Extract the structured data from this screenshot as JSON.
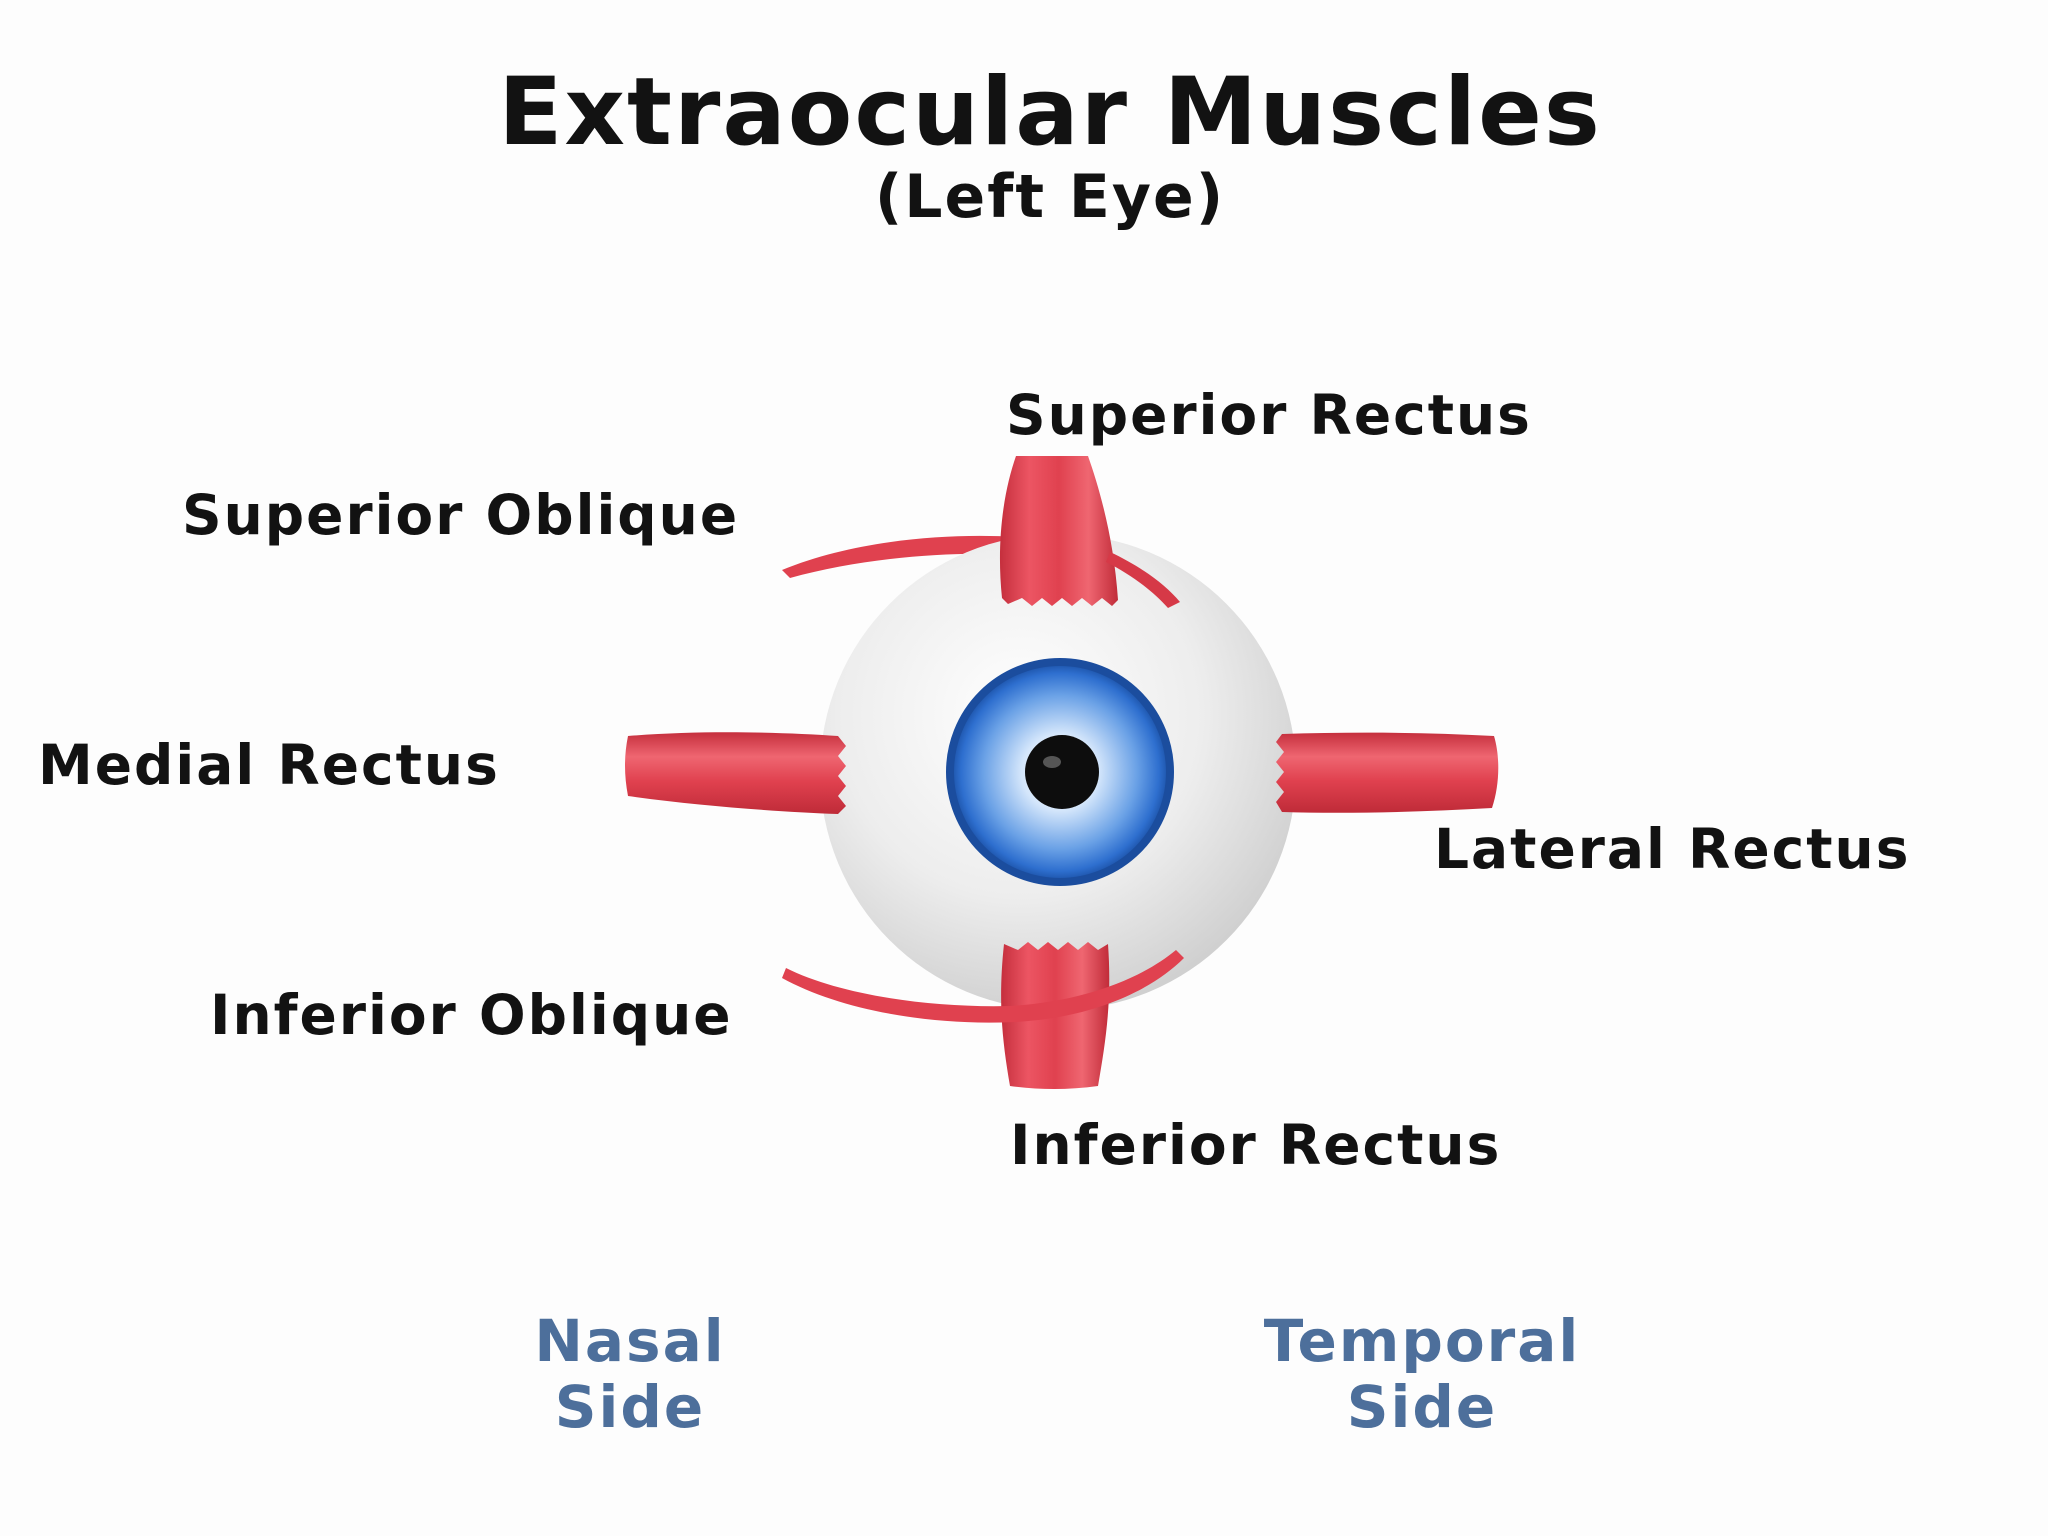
{
  "diagram": {
    "title": "Extraocular Muscles",
    "subtitle": "(Left Eye)",
    "labels": {
      "superior_rectus": "Superior Rectus",
      "superior_oblique": "Superior Oblique",
      "medial_rectus": "Medial Rectus",
      "lateral_rectus": "Lateral Rectus",
      "inferior_oblique": "Inferior Oblique",
      "inferior_rectus": "Inferior Rectus"
    },
    "sides": {
      "nasal": {
        "line1": "Nasal",
        "line2": "Side"
      },
      "temporal": {
        "line1": "Temporal",
        "line2": "Side"
      }
    },
    "colors": {
      "muscle": "#e0414f",
      "iris": "#2e6fcf",
      "side_text": "#4d6f9b"
    }
  }
}
